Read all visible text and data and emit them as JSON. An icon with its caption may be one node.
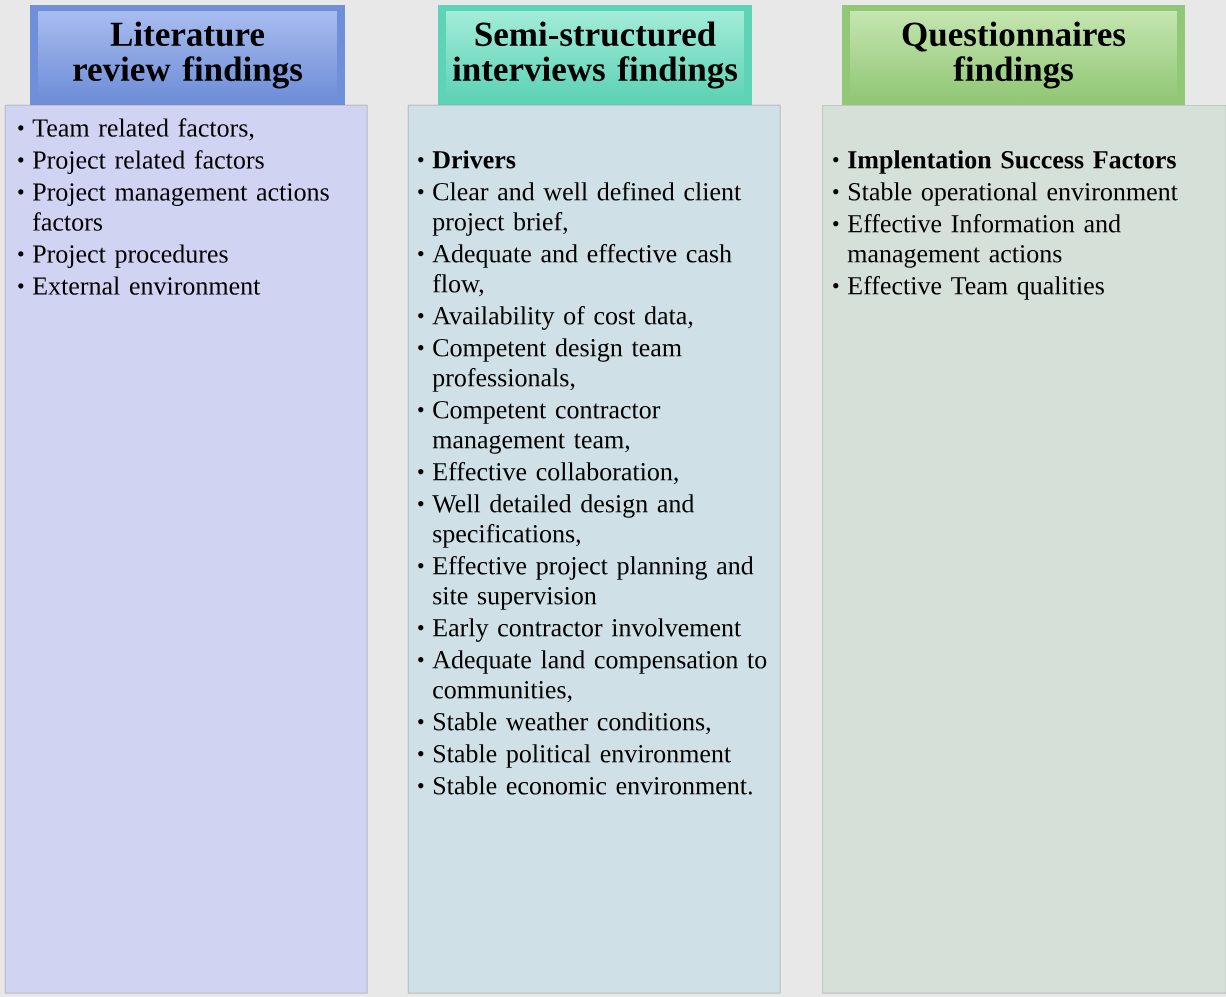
{
  "diagram": {
    "nodes": [
      {
        "text": [
          "Literature review findings"
        ]
      },
      {
        "text": [
          "Team related factors,",
          "Project related factors",
          "Project management actions factors",
          "Project procedures",
          "External environment"
        ]
      },
      {
        "text": [
          "Semi-structured interviews findings"
        ]
      },
      {
        "text": [
          "**Drivers**",
          "Clear and well defined client project brief,",
          "Adequate and effective cash flow,",
          "Availability of cost data,",
          "Competent design team professionals,",
          "Competent contractor management team,",
          "Effective collaboration,",
          "Well detailed design and specifications,",
          "Effective project planning and site supervision",
          "Early contractor involvement",
          "Adequate land compensation to communities,",
          "Stable weather conditions,",
          "Stable political environment",
          "Stable economic environment."
        ]
      },
      {
        "text": [
          "Questionnaires findings"
        ]
      },
      {
        "text": [
          "**Implentation Success Factors**",
          "Stable operational environment",
          "Effective Information and management actions",
          "Effective Team qualities"
        ]
      }
    ]
  }
}
